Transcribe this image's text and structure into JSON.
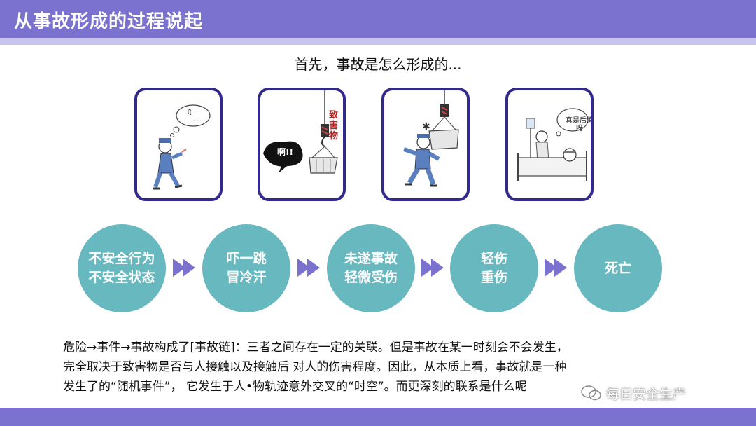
{
  "header": {
    "title": "从事故形成的过程说起"
  },
  "subtitle": "首先，事故是怎么形成的...",
  "panels": [
    {
      "icon": "worker-relaxed-icon"
    },
    {
      "icon": "hanging-load-icon",
      "label_vertical": "致害物",
      "bubble": "啊!!"
    },
    {
      "icon": "worker-hit-icon"
    },
    {
      "icon": "hospital-bed-icon",
      "bubble": "真是后悔呀"
    }
  ],
  "stages": [
    {
      "line1": "不安全行为",
      "line2": "不安全状态"
    },
    {
      "line1": "吓一跳",
      "line2": "冒冷汗"
    },
    {
      "line1": "未遂事故",
      "line2": "轻微受伤"
    },
    {
      "line1": "轻伤",
      "line2": "重伤"
    },
    {
      "line1": "死亡",
      "line2": ""
    }
  ],
  "body": {
    "line1": "危险→事件→事故构成了[事故链]：三者之间存在一定的关联。但是事故在某一时刻会不会发生，",
    "line2": "完全取决于致害物是否与人接触以及接触后  对人的伤害程度。因此，从本质上看，事故就是一种",
    "line3": "发生了的“随机事件”，  它发生于人•物轨迹意外交叉的“时空”。而更深刻的联系是什么呢"
  },
  "watermark": "每日安全生产",
  "colors": {
    "header": "#7b72cf",
    "header_stripe": "#c8c4ee",
    "panel_border": "#312a8c",
    "circle": "#67b8bf",
    "arrow": "#7b72cf"
  }
}
